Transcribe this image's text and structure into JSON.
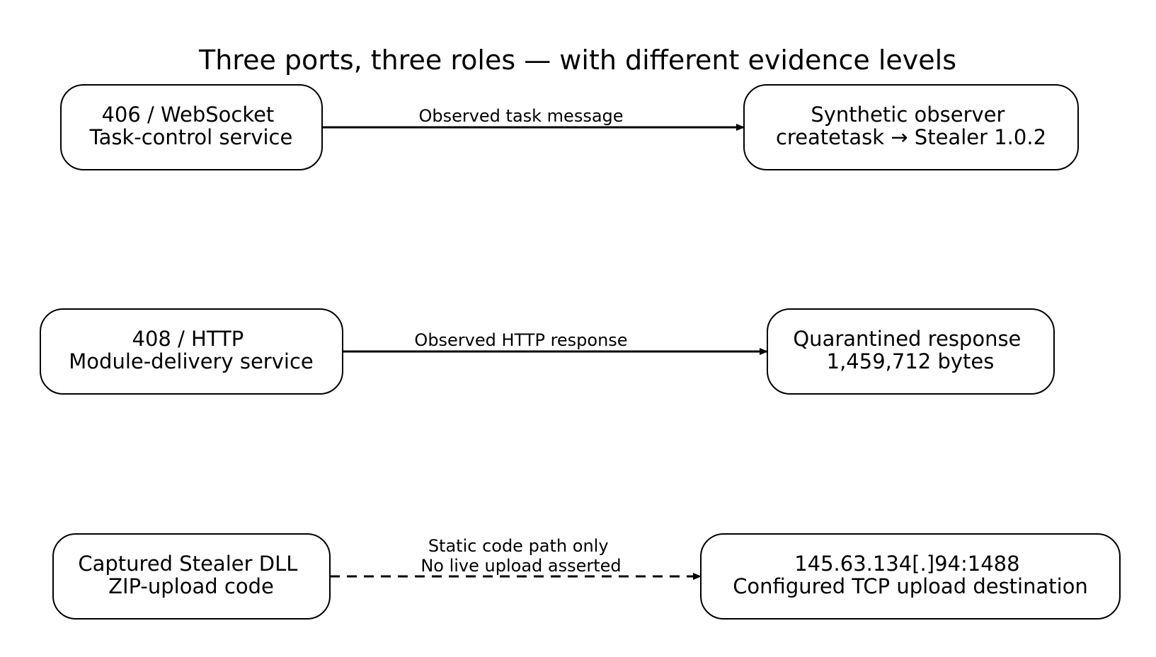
{
  "title": "Three ports, three roles — with different evidence levels",
  "rows": [
    {
      "source": {
        "lines": [
          "406 / WebSocket",
          "Task-control service"
        ]
      },
      "target": {
        "lines": [
          "Synthetic observer",
          "createtask → Stealer 1.0.2"
        ]
      },
      "edge": {
        "style": "solid",
        "label_lines": [
          "Observed task message"
        ]
      }
    },
    {
      "source": {
        "lines": [
          "408 / HTTP",
          "Module-delivery service"
        ]
      },
      "target": {
        "lines": [
          "Quarantined response",
          "1,459,712 bytes"
        ]
      },
      "edge": {
        "style": "solid",
        "label_lines": [
          "Observed HTTP response"
        ]
      }
    },
    {
      "source": {
        "lines": [
          "Captured Stealer DLL",
          "ZIP-upload code"
        ]
      },
      "target": {
        "lines": [
          "145.63.134[.]94:1488",
          "Configured TCP upload destination"
        ]
      },
      "edge": {
        "style": "dashed",
        "label_lines": [
          "Static code path only",
          "No live upload asserted"
        ]
      }
    }
  ],
  "colors": {
    "stroke": "#000000",
    "fill": "#ffffff",
    "text": "#000000"
  }
}
